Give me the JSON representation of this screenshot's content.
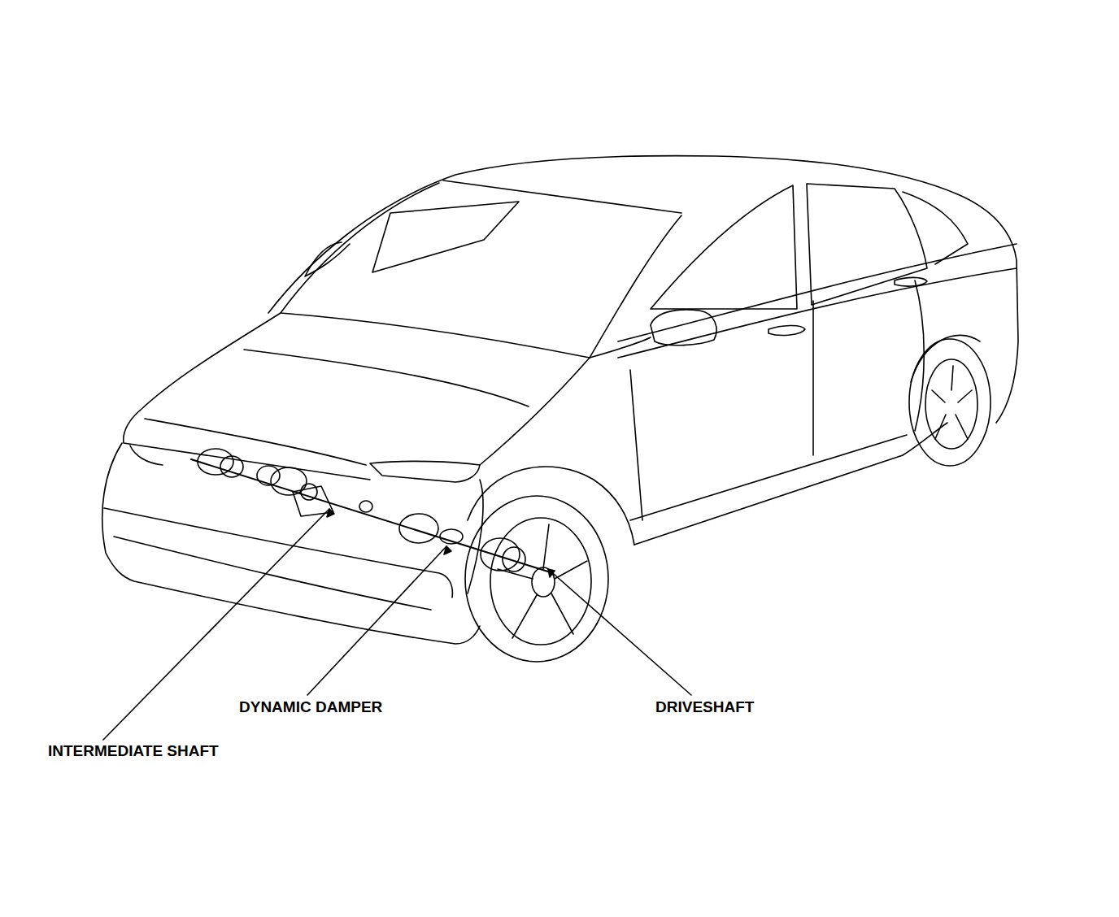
{
  "diagram": {
    "labels": [
      "INTERMEDIATE SHAFT",
      "DYNAMIC DAMPER",
      "DRIVESHAFT"
    ]
  }
}
